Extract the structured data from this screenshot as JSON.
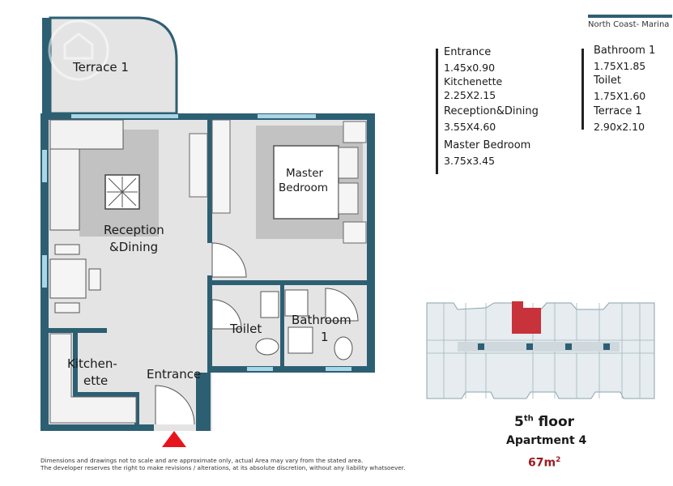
{
  "header": {
    "project": "North Coast- Marina"
  },
  "areas_left": [
    {
      "name": "Entrance",
      "dims": "1.45x0.90"
    },
    {
      "name": "Kitchenette",
      "dims": "2.25X2.15"
    },
    {
      "name": "Reception&Dining",
      "dims": "3.55X4.60"
    },
    {
      "name": "Master Bedroom",
      "dims": "3.75x3.45"
    }
  ],
  "areas_right": [
    {
      "name": "Bathroom 1",
      "dims": "1.75X1.85"
    },
    {
      "name": "Toilet",
      "dims": "1.75X1.60"
    },
    {
      "name": "Terrace 1",
      "dims": "2.90x2.10"
    }
  ],
  "plan_labels": {
    "terrace": "Terrace 1",
    "reception_1": "Reception",
    "reception_2": "&Dining",
    "master_1": "Master",
    "master_2": "Bedroom",
    "bathroom_1": "Bathroom",
    "bathroom_2": "1",
    "toilet": "Toilet",
    "kitchen_1": "Kitchen-",
    "kitchen_2": "ette",
    "entrance": "Entrance"
  },
  "unit_info": {
    "floor_number": "5",
    "floor_suffix": "th",
    "floor_word": "floor",
    "apartment": "Apartment 4",
    "area_value": "67m",
    "area_sup": "2"
  },
  "disclaimer": {
    "line1": "Dimensions and drawings not to scale and are approximate only, actual Area may vary from the stated area.",
    "line2": "The developer reserves the right to make revisions / alterations, at its absolute discretion, without any liability whatsoever."
  },
  "colors": {
    "wall": "#2d5f73",
    "floor": "#e4e4e4",
    "rug": "#c2c2c2",
    "window": "#a9d6e6",
    "highlight": "#c8323a",
    "marker": "#e8141c"
  }
}
